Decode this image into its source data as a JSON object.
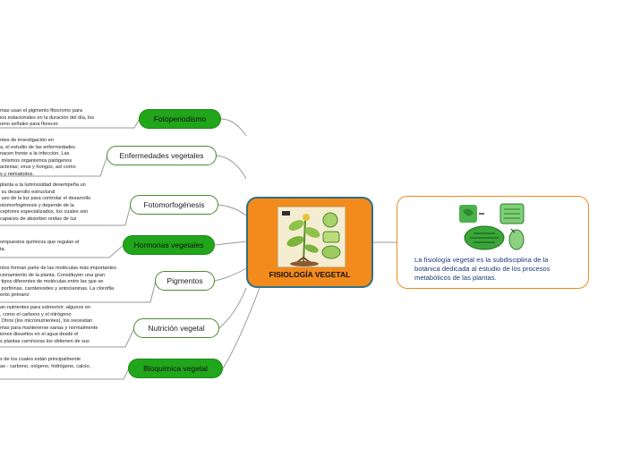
{
  "central": {
    "title": "FISIOLOGÍA VEGETAL"
  },
  "definition": {
    "text": "La fisiología vegetal es la subdisciplina de la botánica dedicada al estudio de los procesos metabólicos de las plantas."
  },
  "colors": {
    "accent_orange": "#f28a1c",
    "border_blue": "#2f7087",
    "node_green": "#21a51b",
    "connector_gray": "#9a9a9a",
    "definition_text": "#1c3a78"
  },
  "branches": [
    {
      "label": "Fotoperiodismo",
      "style": "green",
      "note": "mas usan el pigmento fitocromo para\nios estacionales en la duración del día, los\nomo señales para florecer."
    },
    {
      "label": "Enfermedades vegetales",
      "style": "white",
      "note": "ntes de investigación en\na, el estudio de las enfermedades\nnacen frente a la infección. Las\n miismos organismos patógenos\nacterias; virus y hongos, así como\ns y nematodos."
    },
    {
      "label": "Fotomorfogénesis",
      "style": "white",
      "note": "planta a la luminosidad desempeña un\n su desarrollo estructural\n uso de la luz para controlar el desarrollo\notomorfogénesis y depende de la\nceptores especializados, los cuales son\ncapaces de absorber ondas de luz"
    },
    {
      "label": "Hormonas vegetales",
      "style": "green",
      "note": "ompuestos químicos que regulan el\nta."
    },
    {
      "label": "Pigmentos",
      "style": "white",
      "note": "ntos forman parte de las moléculas más importantes\ncionamiento de la planta. Constituyen una gran\n tipos diferentes de moléculas entre las que se\n porfirinas, carotenoides y antocianinas. La clorofila\nento primario"
    },
    {
      "label": "Nutrición vegetal",
      "style": "white",
      "note": "an nutrientes para sobrevivir; algunos en\n, como el carbono y el nitrógeno\n Otros (los micronutrientes), los necesitan\nmas para mantenerse sanas y normalmente\niones disueltos en el agua desde el\ns plantas carnívoras los obtienen de sus"
    },
    {
      "label": "Bioquímica vegetal",
      "style": "green",
      "note": "s de los cuales están principalmente\nas - carbono, oxígeno, hidrógeno, calcio,"
    }
  ]
}
